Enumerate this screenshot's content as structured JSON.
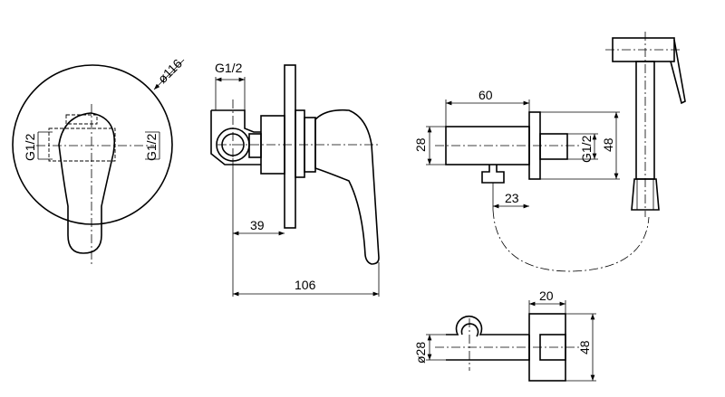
{
  "front_view": {
    "diameter_label": "ø116",
    "left_thread": "G1/2",
    "right_thread": "G1/2"
  },
  "side_view": {
    "top_thread": "G1/2",
    "depth_label": "39",
    "total_length_label": "106"
  },
  "holder_top": {
    "width_label": "60",
    "height_label": "28",
    "right_height_label": "48",
    "thread_label": "G1/2",
    "outlet_label": "23"
  },
  "holder_bottom": {
    "width_label": "20",
    "diameter_label": "ø28",
    "height_label": "48"
  }
}
